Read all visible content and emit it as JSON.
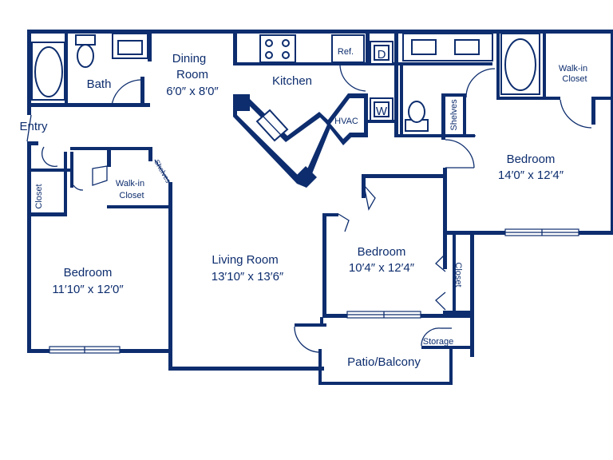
{
  "colors": {
    "wall": "#0d2d6e",
    "background": "#ffffff"
  },
  "rooms": {
    "dining": {
      "name_line1": "Dining",
      "name_line2": "Room",
      "size": "6′0″ x 8′0″"
    },
    "kitchen": {
      "name": "Kitchen"
    },
    "bath_left": {
      "name": "Bath"
    },
    "entry": {
      "name": "Entry"
    },
    "bedroom_left": {
      "name": "Bedroom",
      "size": "11′10″ x 12′0″"
    },
    "living": {
      "name": "Living Room",
      "size": "13′10″ x 13′6″"
    },
    "bedroom_middle": {
      "name": "Bedroom",
      "size": "10′4″ x 12′4″"
    },
    "bedroom_right": {
      "name": "Bedroom",
      "size": "14′0″ x 12′4″"
    },
    "patio": {
      "name": "Patio/Balcony"
    }
  },
  "fixtures": {
    "refrigerator": "Ref.",
    "dryer": "D",
    "washer": "W",
    "hvac": "HVAC",
    "shelves": "Shelves",
    "storage": "Storage",
    "closet_left": "Closet",
    "closet_middle": "Closet",
    "walkin_left_line1": "Walk-in",
    "walkin_left_line2": "Closet",
    "walkin_right_line1": "Walk-in",
    "walkin_right_line2": "Closet",
    "shelves_small": "Shelves"
  }
}
